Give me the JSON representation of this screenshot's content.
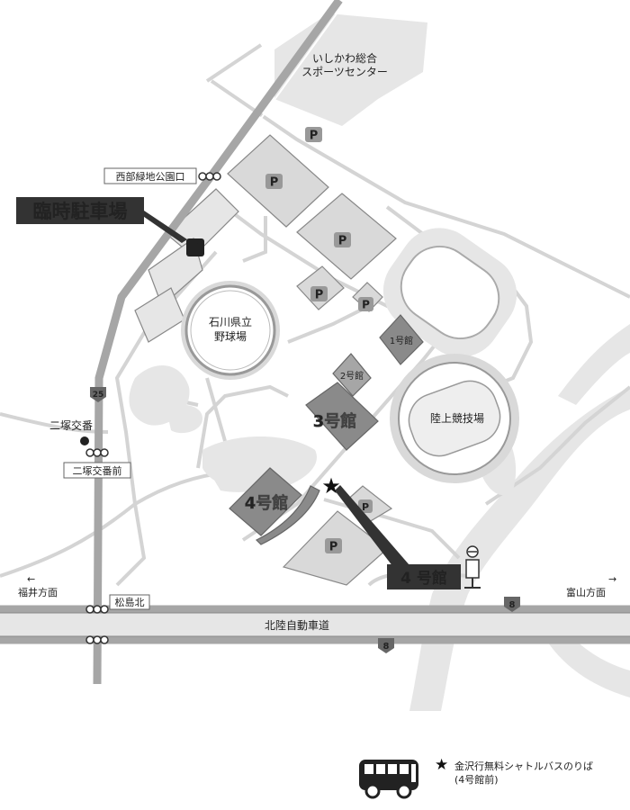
{
  "map": {
    "facility_labels": {
      "sports_center_line1": "いしかわ総合",
      "sports_center_line2": "スポーツセンター",
      "baseball_line1": "石川県立",
      "baseball_line2": "野球場",
      "athletics": "陸上競技場",
      "hall1": "1号館",
      "hall2": "2号館",
      "hall3": "3号館",
      "hall4": "4号館"
    },
    "temp_parking": "臨時駐車場",
    "parking_symbol": "P",
    "bus_stop_label": "4 号館",
    "stops": {
      "seibu": "西部緑地公園口",
      "futatsuka_mae": "二塚交番前",
      "matsushima": "松島北"
    },
    "futatsuka_koban": "二塚交番",
    "directions": {
      "left_arrow": "←",
      "left_label": "福井方面",
      "right_arrow": "→",
      "right_label": "富山方面"
    },
    "expressway": "北陸自動車道",
    "route_numbers": {
      "r25": "25",
      "r8a": "8",
      "r8b": "8"
    }
  },
  "legend": {
    "star_glyph": "★",
    "line1": "金沢行無料シャトルバスのりば",
    "line2": "(4号館前)"
  },
  "colors": {
    "road": "#a6a6a6",
    "minor_road": "#d4d4d4",
    "parking_lot": "#d9d9d9",
    "hall": "#8a8a8a",
    "dark_label": "#333333",
    "river": "#e6e6e6"
  }
}
